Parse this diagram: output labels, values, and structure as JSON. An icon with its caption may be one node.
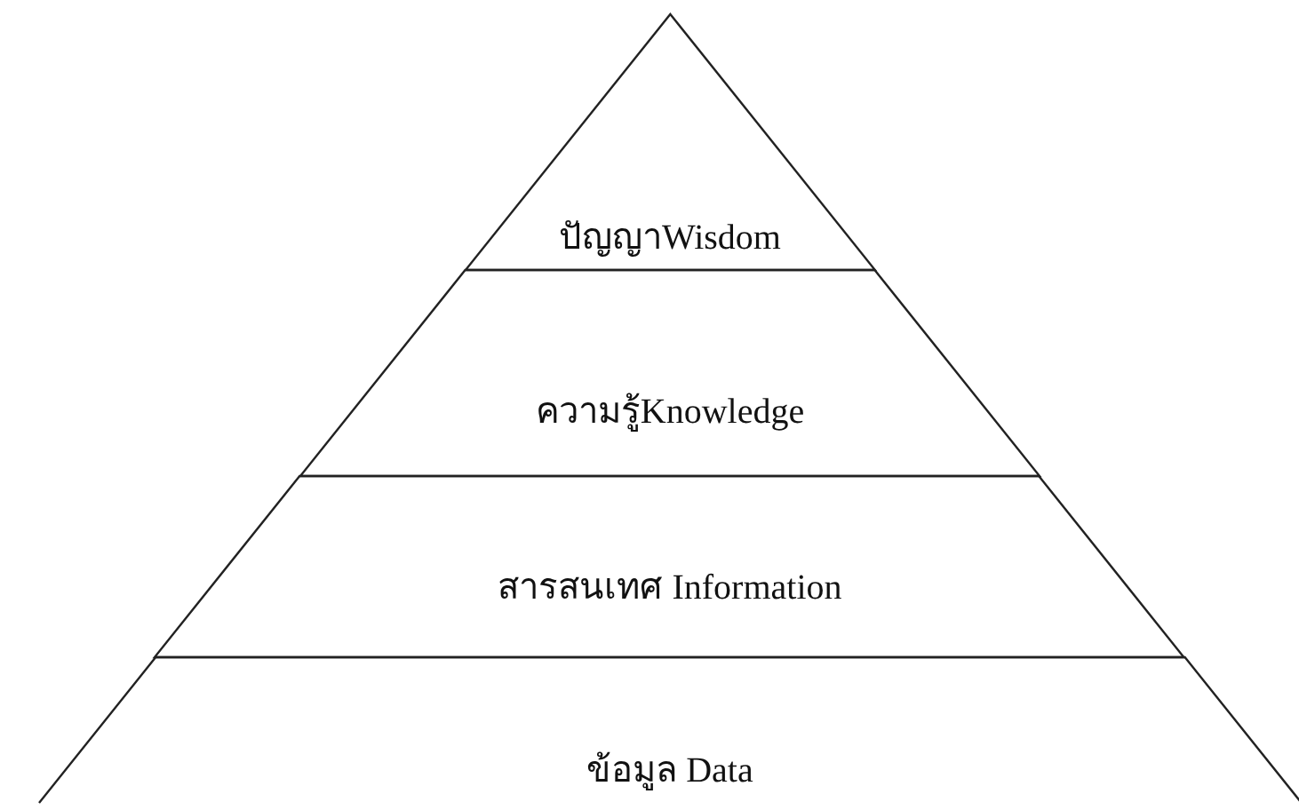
{
  "diagram": {
    "nodes": [
      {
        "text": [
          "ปัญญาWisdom"
        ]
      },
      {
        "text": [
          "ความรู้Knowledge"
        ]
      },
      {
        "text": [
          "สารสนเทศ Information"
        ]
      },
      {
        "text": [
          "ข้อมูล Data"
        ]
      }
    ]
  }
}
